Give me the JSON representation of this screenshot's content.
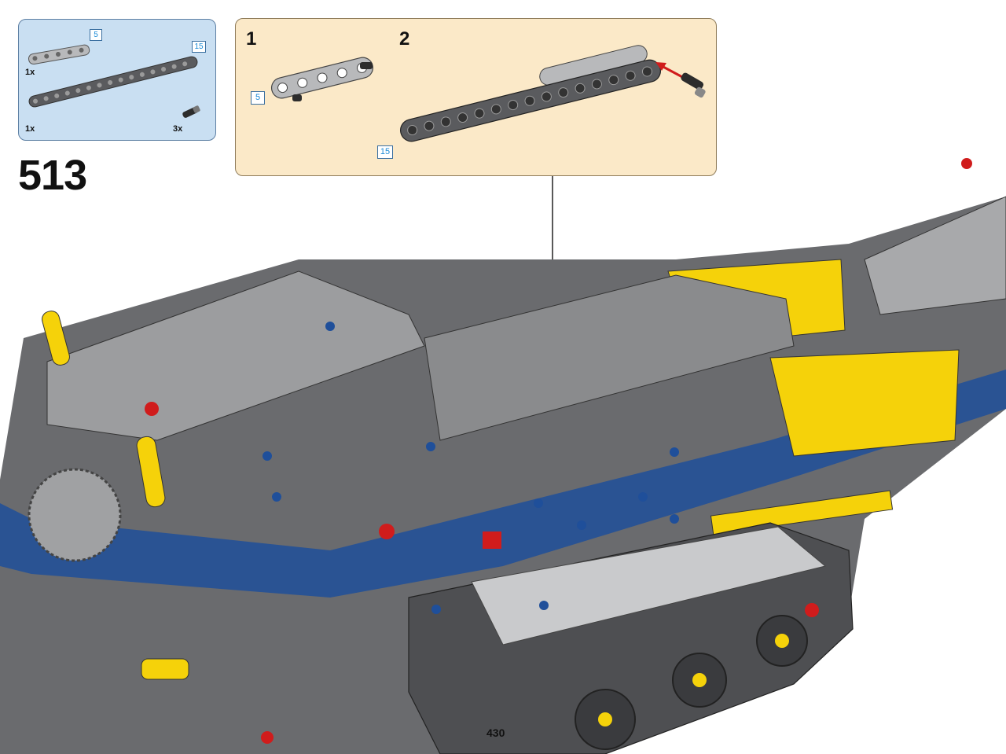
{
  "parts_list": {
    "items": [
      {
        "part": "beam-5",
        "length_label": "5",
        "quantity": "1x",
        "color": "#b8b9bb"
      },
      {
        "part": "beam-15",
        "length_label": "15",
        "quantity": "1x",
        "color": "#5a5b5e"
      },
      {
        "part": "axle-pin",
        "quantity": "3x",
        "color": "#2c2c2c"
      }
    ]
  },
  "step": {
    "number": "513",
    "substeps": [
      {
        "number": "1",
        "length_label": "5"
      },
      {
        "number": "2",
        "length_label": "15"
      }
    ]
  },
  "page": {
    "number": "430"
  },
  "colors": {
    "parts_panel": "#c9dff2",
    "substep_panel": "#fbe9c8",
    "dark_gray": "#5a5b5e",
    "light_gray": "#b8b9bb",
    "yellow": "#f5d20a",
    "blue": "#1f4f9a",
    "red": "#d01c1c"
  }
}
